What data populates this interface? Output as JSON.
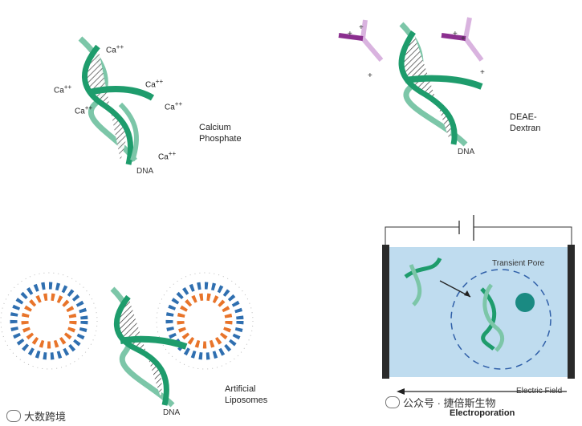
{
  "calcium": {
    "ion_base": "Ca",
    "ion_charge": "++",
    "label_line1": "Calcium",
    "label_line2": "Phosphate",
    "dna": "DNA"
  },
  "deae": {
    "label_line1": "DEAE-",
    "label_line2": "Dextran",
    "dna": "DNA",
    "plus": "+"
  },
  "liposomes": {
    "label_line1": "Artificial",
    "label_line2": "Liposomes",
    "dna": "DNA"
  },
  "electroporation": {
    "transient_pore": "Transient Pore",
    "electric_field": "Electric Field",
    "title": "Electroporation"
  },
  "watermarks": {
    "left": "大数跨境",
    "right": "公众号 · 捷倍斯生物"
  },
  "colors": {
    "helix_light": "#7cc6a8",
    "helix_dark": "#1e9c6c",
    "deae_dark": "#8b2f8f",
    "deae_light": "#d9b3df",
    "lipid_orange": "#e8742a",
    "lipid_blue": "#2f6fb0",
    "chamber_fill": "#bfdcef",
    "electrode": "#2a2a2a",
    "particle": "#1a8a82"
  }
}
